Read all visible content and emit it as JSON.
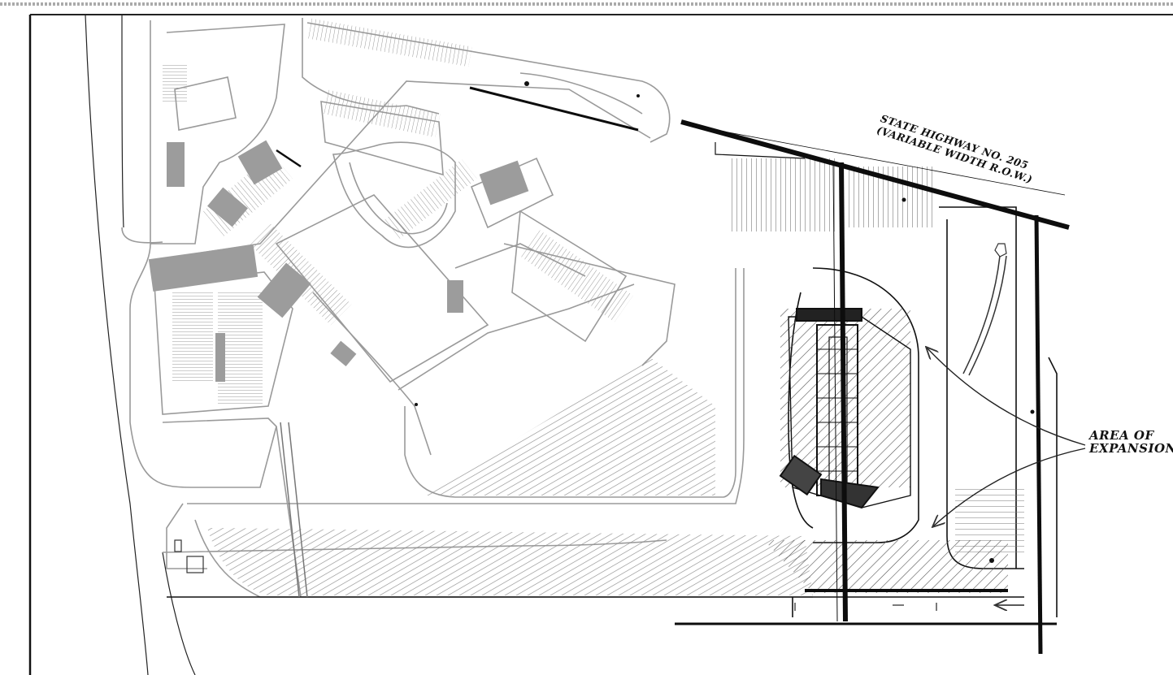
{
  "highway": {
    "line1": "STATE HIGHWAY NO. 205",
    "line2": "(VARIABLE WIDTH R.O.W.)"
  },
  "expansion": {
    "line1": "AREA OF",
    "line2": "EXPANSION"
  },
  "colors": {
    "background": "#ffffff",
    "linework": "#111111",
    "existing": "#9a9a9a",
    "hatch": "#8f8f8f"
  }
}
